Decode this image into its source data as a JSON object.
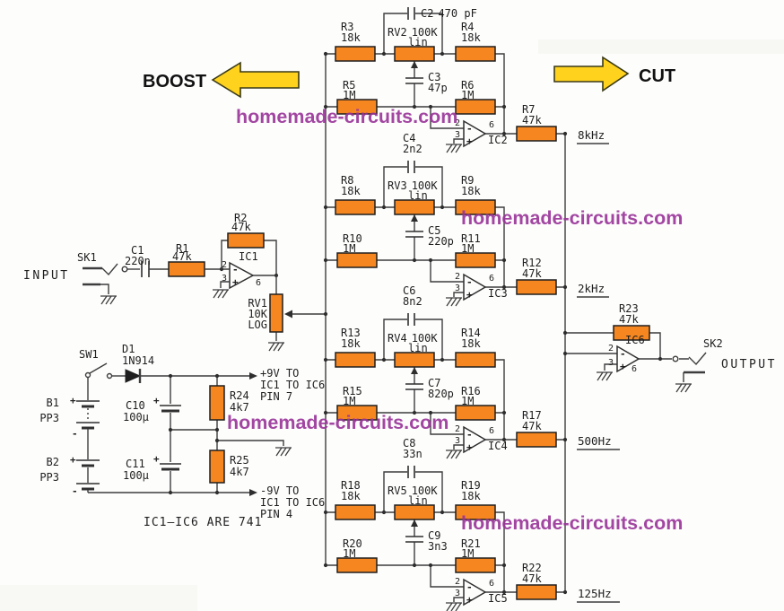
{
  "annotations": {
    "boost": "BOOST",
    "cut": "CUT",
    "ic_note": "IC1–IC6 ARE 741"
  },
  "watermark": {
    "text": "homemade-circuits.com",
    "color": "#993399"
  },
  "io": {
    "input_label": "INPUT",
    "output_label": "OUTPUT",
    "sk1": "SK1",
    "sk2": "SK2"
  },
  "opamp": {
    "inv_pin": "2",
    "non_pin": "3",
    "out_pin": "6",
    "minus": "-",
    "plus": "+"
  },
  "input_stage": {
    "c1": {
      "ref": "C1",
      "value": "220n"
    },
    "r1": {
      "ref": "R1",
      "value": "47k"
    },
    "r2": {
      "ref": "R2",
      "value": "47k"
    },
    "ic1": "IC1",
    "rv1": {
      "ref": "RV1",
      "value": "10K",
      "taper": "LOG"
    }
  },
  "output_stage": {
    "r23": {
      "ref": "R23",
      "value": "47k"
    },
    "ic6": "IC6"
  },
  "power": {
    "sw1": "SW1",
    "d1": {
      "ref": "D1",
      "value": "1N914"
    },
    "b1": {
      "ref": "B1",
      "type": "PP3"
    },
    "b2": {
      "ref": "B2",
      "type": "PP3"
    },
    "c10": {
      "ref": "C10",
      "value": "100µ"
    },
    "c11": {
      "ref": "C11",
      "value": "100µ"
    },
    "r24": {
      "ref": "R24",
      "value": "4k7"
    },
    "r25": {
      "ref": "R25",
      "value": "4k7"
    },
    "plus_sign": "+",
    "minus_sign": "-",
    "plus_rail": {
      "l1": "+9V TO",
      "l2": "IC1 TO IC6",
      "l3": "PIN 7"
    },
    "minus_rail": {
      "l1": "-9V TO",
      "l2": "IC1 TO IC6",
      "l3": "PIN 4"
    }
  },
  "bands": [
    {
      "freq": "8kHz",
      "ic": "IC2",
      "r_top_left": {
        "ref": "R3",
        "value": "18k"
      },
      "pot": {
        "ref": "RV2",
        "value": "100K",
        "taper": "lin"
      },
      "r_top_right": {
        "ref": "R4",
        "value": "18k"
      },
      "cap_bridge": {
        "ref": "C2",
        "value": "470 pF"
      },
      "r_mid_left": {
        "ref": "R5",
        "value": "1M"
      },
      "cap_mid": {
        "ref": "C3",
        "value": "47p"
      },
      "r_mid_right": {
        "ref": "R6",
        "value": "1M"
      },
      "r_out": {
        "ref": "R7",
        "value": "47k"
      }
    },
    {
      "freq": "2kHz",
      "ic": "IC3",
      "r_top_left": {
        "ref": "R8",
        "value": "18k"
      },
      "pot": {
        "ref": "RV3",
        "value": "100K",
        "taper": "lin"
      },
      "r_top_right": {
        "ref": "R9",
        "value": "18k"
      },
      "cap_bridge": {
        "ref": "C4",
        "value": "2n2"
      },
      "r_mid_left": {
        "ref": "R10",
        "value": "1M"
      },
      "cap_mid": {
        "ref": "C5",
        "value": "220p"
      },
      "r_mid_right": {
        "ref": "R11",
        "value": "1M"
      },
      "r_out": {
        "ref": "R12",
        "value": "47k"
      }
    },
    {
      "freq": "500Hz",
      "ic": "IC4",
      "r_top_left": {
        "ref": "R13",
        "value": "18k"
      },
      "pot": {
        "ref": "RV4",
        "value": "100K",
        "taper": "lin"
      },
      "r_top_right": {
        "ref": "R14",
        "value": "18k"
      },
      "cap_bridge": {
        "ref": "C6",
        "value": "8n2"
      },
      "r_mid_left": {
        "ref": "R15",
        "value": "1M"
      },
      "cap_mid": {
        "ref": "C7",
        "value": "820p"
      },
      "r_mid_right": {
        "ref": "R16",
        "value": "1M"
      },
      "r_out": {
        "ref": "R17",
        "value": "47k"
      }
    },
    {
      "freq": "125Hz",
      "ic": "IC5",
      "r_top_left": {
        "ref": "R18",
        "value": "18k"
      },
      "pot": {
        "ref": "RV5",
        "value": "100K",
        "taper": "lin"
      },
      "r_top_right": {
        "ref": "R19",
        "value": "18k"
      },
      "cap_bridge": {
        "ref": "C8",
        "value": "33n"
      },
      "r_mid_left": {
        "ref": "R20",
        "value": "1M"
      },
      "cap_mid": {
        "ref": "C9",
        "value": "3n3"
      },
      "r_mid_right": {
        "ref": "R21",
        "value": "1M"
      },
      "r_out": {
        "ref": "R22",
        "value": "47k"
      }
    }
  ]
}
